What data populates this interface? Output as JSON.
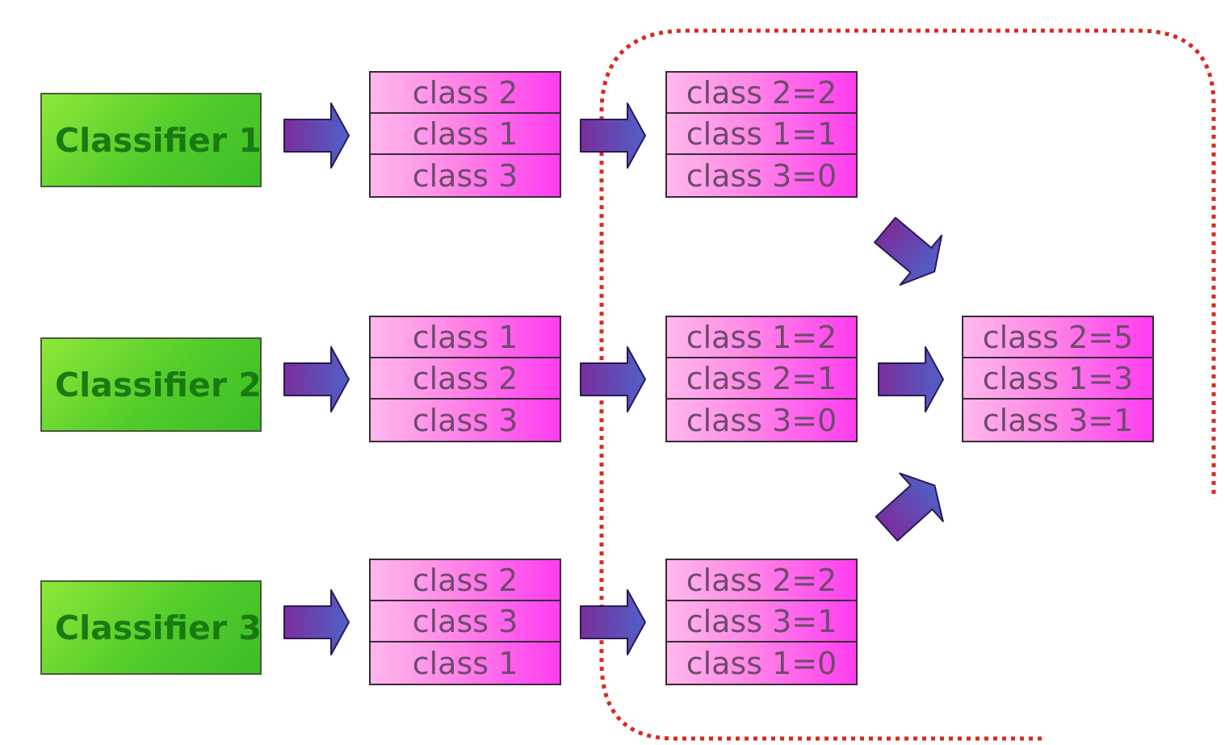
{
  "colors": {
    "classifier_fill": "#52cc2a",
    "classifier_text": "#1a7a12",
    "list_fill": "#ff55ee",
    "list_text": "#6e4a6e",
    "arrow_fill": "#6a3aa8",
    "boundary": "#d92a1e"
  },
  "classifiers": [
    {
      "label": "Classifier 1"
    },
    {
      "label": "Classifier 2"
    },
    {
      "label": "Classifier 3"
    }
  ],
  "rankings": [
    [
      "class 2",
      "class 1",
      "class 3"
    ],
    [
      "class 1",
      "class 2",
      "class 3"
    ],
    [
      "class 2",
      "class 3",
      "class 1"
    ]
  ],
  "scores": [
    [
      "class 2=2",
      "class 1=1",
      "class 3=0"
    ],
    [
      "class 1=2",
      "class 2=1",
      "class 3=0"
    ],
    [
      "class 2=2",
      "class 3=1",
      "class 1=0"
    ]
  ],
  "result": [
    "class 2=5",
    "class 1=3",
    "class 3=1"
  ]
}
